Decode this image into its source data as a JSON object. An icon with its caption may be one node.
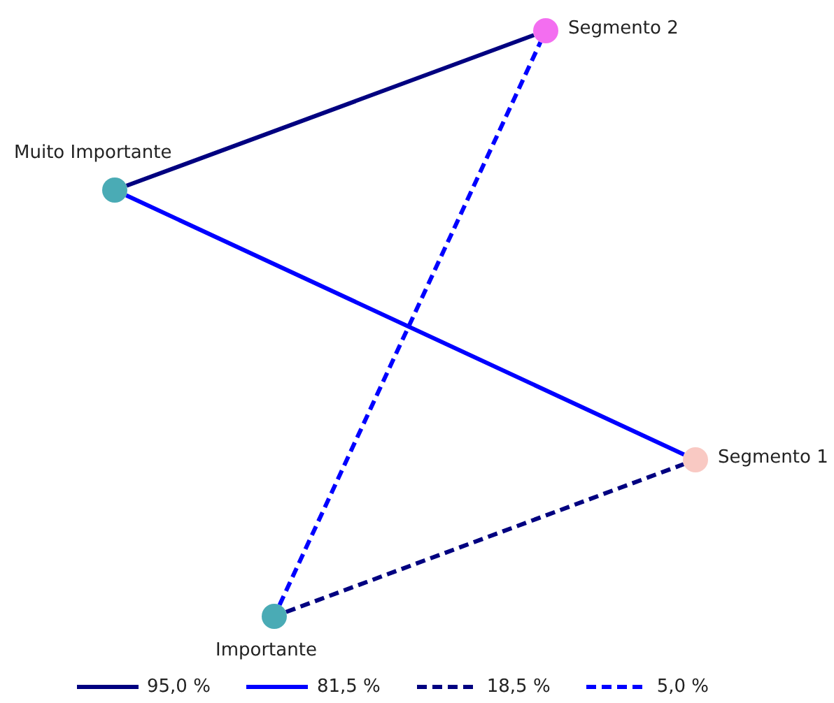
{
  "diagram": {
    "nodes": [
      {
        "text": [],
        "shape": "circle",
        "beside": [
          "Segmento 2"
        ]
      },
      {
        "text": [],
        "shape": "circle",
        "beside": [
          "Muito Importante"
        ]
      },
      {
        "text": [],
        "shape": "circle",
        "beside": [
          "Segmento 1"
        ]
      },
      {
        "text": [],
        "shape": "circle",
        "beside": [
          "Importante"
        ]
      }
    ],
    "edges": [
      {
        "from": 0,
        "to": 1,
        "arrow": "none",
        "color": "#000080"
      },
      {
        "from": 1,
        "to": 2,
        "arrow": "none",
        "color": "#0000ff"
      },
      {
        "from": 3,
        "to": 2,
        "arrow": "none",
        "style": "dashed",
        "color": "#000080"
      },
      {
        "from": 3,
        "to": 0,
        "arrow": "none",
        "style": "dashed",
        "color": "#0000ff"
      }
    ],
    "legend": [
      {
        "text": "95,0 %"
      },
      {
        "text": "81,5 %"
      },
      {
        "text": "18,5 %"
      },
      {
        "text": "5,0 %"
      }
    ]
  }
}
